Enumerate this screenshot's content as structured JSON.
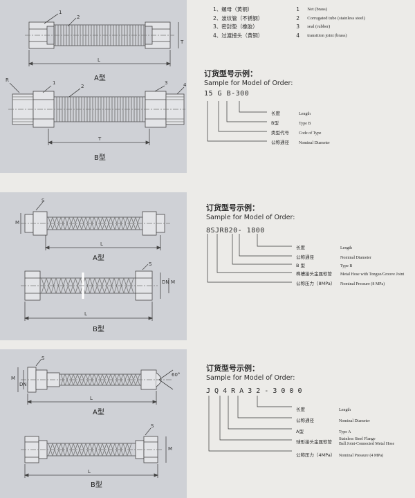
{
  "parts": [
    {
      "num": "1、",
      "cn": "螺母（黄铜）",
      "idx": "1",
      "en": "Net (brass)"
    },
    {
      "num": "2、",
      "cn": "波纹管（不锈钢）",
      "idx": "2",
      "en": "Corrugated tube (stainless steel)"
    },
    {
      "num": "3、",
      "cn": "密封垫（橡胶）",
      "idx": "3",
      "en": "seal (rubber)"
    },
    {
      "num": "4、",
      "cn": "过渡接头（黄铜）",
      "idx": "4",
      "en": "transition joint (brass)"
    }
  ],
  "section1": {
    "type_a_label": "A型",
    "type_b_label": "B型",
    "labels": {
      "n1": "1",
      "n2": "2",
      "n1b": "1",
      "n2b": "2",
      "n3": "3",
      "n4": "4",
      "R": "R",
      "L": "L",
      "T": "T",
      "Tside": "T"
    },
    "order_title_cn": "订货型号示例：",
    "order_title_en": "Sample for Model of Order:",
    "code": "15 G B-300",
    "legend": [
      {
        "cn": "长度",
        "en": "Length"
      },
      {
        "cn": "B型",
        "en": "Type B"
      },
      {
        "cn": "类型代号",
        "en": "Code of Type"
      },
      {
        "cn": "公称通径",
        "en": "Nominal Diameter"
      }
    ]
  },
  "section2": {
    "type_a_label": "A型",
    "type_b_label": "B型",
    "labels": {
      "S": "S",
      "M": "M",
      "L": "L",
      "Sb": "S",
      "Mb": "M",
      "Lb": "L",
      "DN": "DN"
    },
    "order_title_cn": "订货型号示例：",
    "order_title_en": "Sample for Model of Order:",
    "code": "8SJRB20- 1800",
    "legend": [
      {
        "cn": "长度",
        "en": "Length"
      },
      {
        "cn": "公称通径",
        "en": "Nominal Diameter"
      },
      {
        "cn": "B 型",
        "en": "Type B"
      },
      {
        "cn": "榫槽接头金属软管",
        "en": "Metal Hose with Tongue/Groove Joint"
      },
      {
        "cn": "公称压力（8MPa）",
        "en": "Nominal Pressure (8 MPa)"
      }
    ]
  },
  "section3": {
    "type_a_label": "A型",
    "type_b_label": "B型",
    "labels": {
      "S": "S",
      "M": "M",
      "DN": "DN",
      "L": "L",
      "ang": "60°",
      "Sb": "S",
      "Mb": "M",
      "Lb": "L"
    },
    "order_title_cn": "订货型号示例：",
    "order_title_en": "Sample for Model of Order:",
    "code": "J Q 4 R A 3 2 - 3 0 0 0",
    "legend": [
      {
        "cn": "长度",
        "en": "Length"
      },
      {
        "cn": "公称通径",
        "en": "Nominal Diameter"
      },
      {
        "cn": "A型",
        "en": "Type A"
      },
      {
        "cn": "球形接头金属软管",
        "en": "Stainless Steel Flange Ball Joint-Connected Metal Hose",
        "en1": "Stainless Steel Flange",
        "en2": "Ball Joint-Connected Metal Hose"
      },
      {
        "cn": "公称压力（4MPa）",
        "en": "Nominal Pressure (4 MPa)"
      }
    ]
  }
}
